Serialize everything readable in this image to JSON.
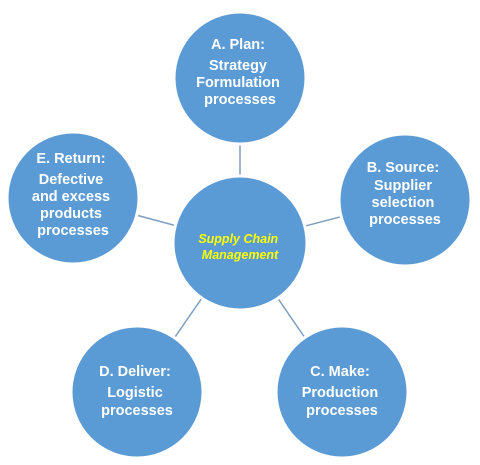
{
  "colors": {
    "node_fill": "#5b9bd5",
    "node_stroke": "#ffffff",
    "connector": "#7f9fbf",
    "center_text": "#ffff00",
    "node_text": "#ffffff"
  },
  "center": {
    "lines": [
      "Supply  Chain",
      "Management"
    ]
  },
  "nodes": [
    {
      "id": "plan",
      "lines": [
        "A. Plan:",
        "Strategy",
        "Formulation",
        "processes"
      ]
    },
    {
      "id": "source",
      "lines": [
        "B. Source:",
        "Supplier",
        "selection",
        "processes"
      ]
    },
    {
      "id": "make",
      "lines": [
        "C.  Make:",
        "Production",
        "processes"
      ]
    },
    {
      "id": "deliver",
      "lines": [
        "D. Deliver:",
        "Logistic",
        "processes"
      ]
    },
    {
      "id": "return",
      "lines": [
        "E. Return:",
        "Defective",
        "and excess",
        "products",
        "processes"
      ]
    }
  ]
}
